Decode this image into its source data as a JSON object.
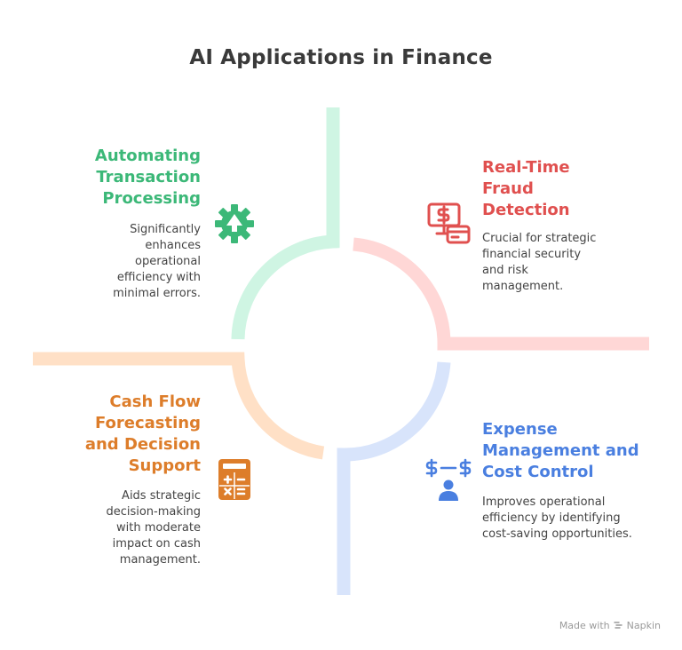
{
  "title": "AI Applications in Finance",
  "colors": {
    "green": "#3cb878",
    "green_light": "#cff5e3",
    "red": "#e0504f",
    "red_light": "#ffd7d6",
    "orange": "#dd7d2a",
    "orange_light": "#ffe0c6",
    "blue": "#4a7fe0",
    "blue_light": "#d8e4fb"
  },
  "quadrants": {
    "top_left": {
      "heading": [
        "Automating",
        "Transaction",
        "Processing"
      ],
      "description": [
        "Significantly",
        "enhances",
        "operational",
        "efficiency with",
        "minimal errors."
      ],
      "icon": "gear-up-arrow-icon"
    },
    "top_right": {
      "heading": [
        "Real-Time",
        "Fraud",
        "Detection"
      ],
      "description": [
        "Crucial for strategic",
        "financial security",
        "and risk",
        "management."
      ],
      "icon": "monitor-card-icon"
    },
    "bottom_left": {
      "heading": [
        "Cash Flow",
        "Forecasting",
        "and Decision",
        "Support"
      ],
      "description": [
        "Aids strategic",
        "decision-making",
        "with moderate",
        "impact on cash",
        "management."
      ],
      "icon": "calculator-icon"
    },
    "bottom_right": {
      "heading": [
        "Expense",
        "Management and",
        "Cost Control"
      ],
      "description": [
        "Improves operational",
        "efficiency by identifying",
        "cost-saving opportunities."
      ],
      "icon": "dollar-person-icon"
    }
  },
  "footer": {
    "made_with": "Made with",
    "brand": "Napkin"
  }
}
